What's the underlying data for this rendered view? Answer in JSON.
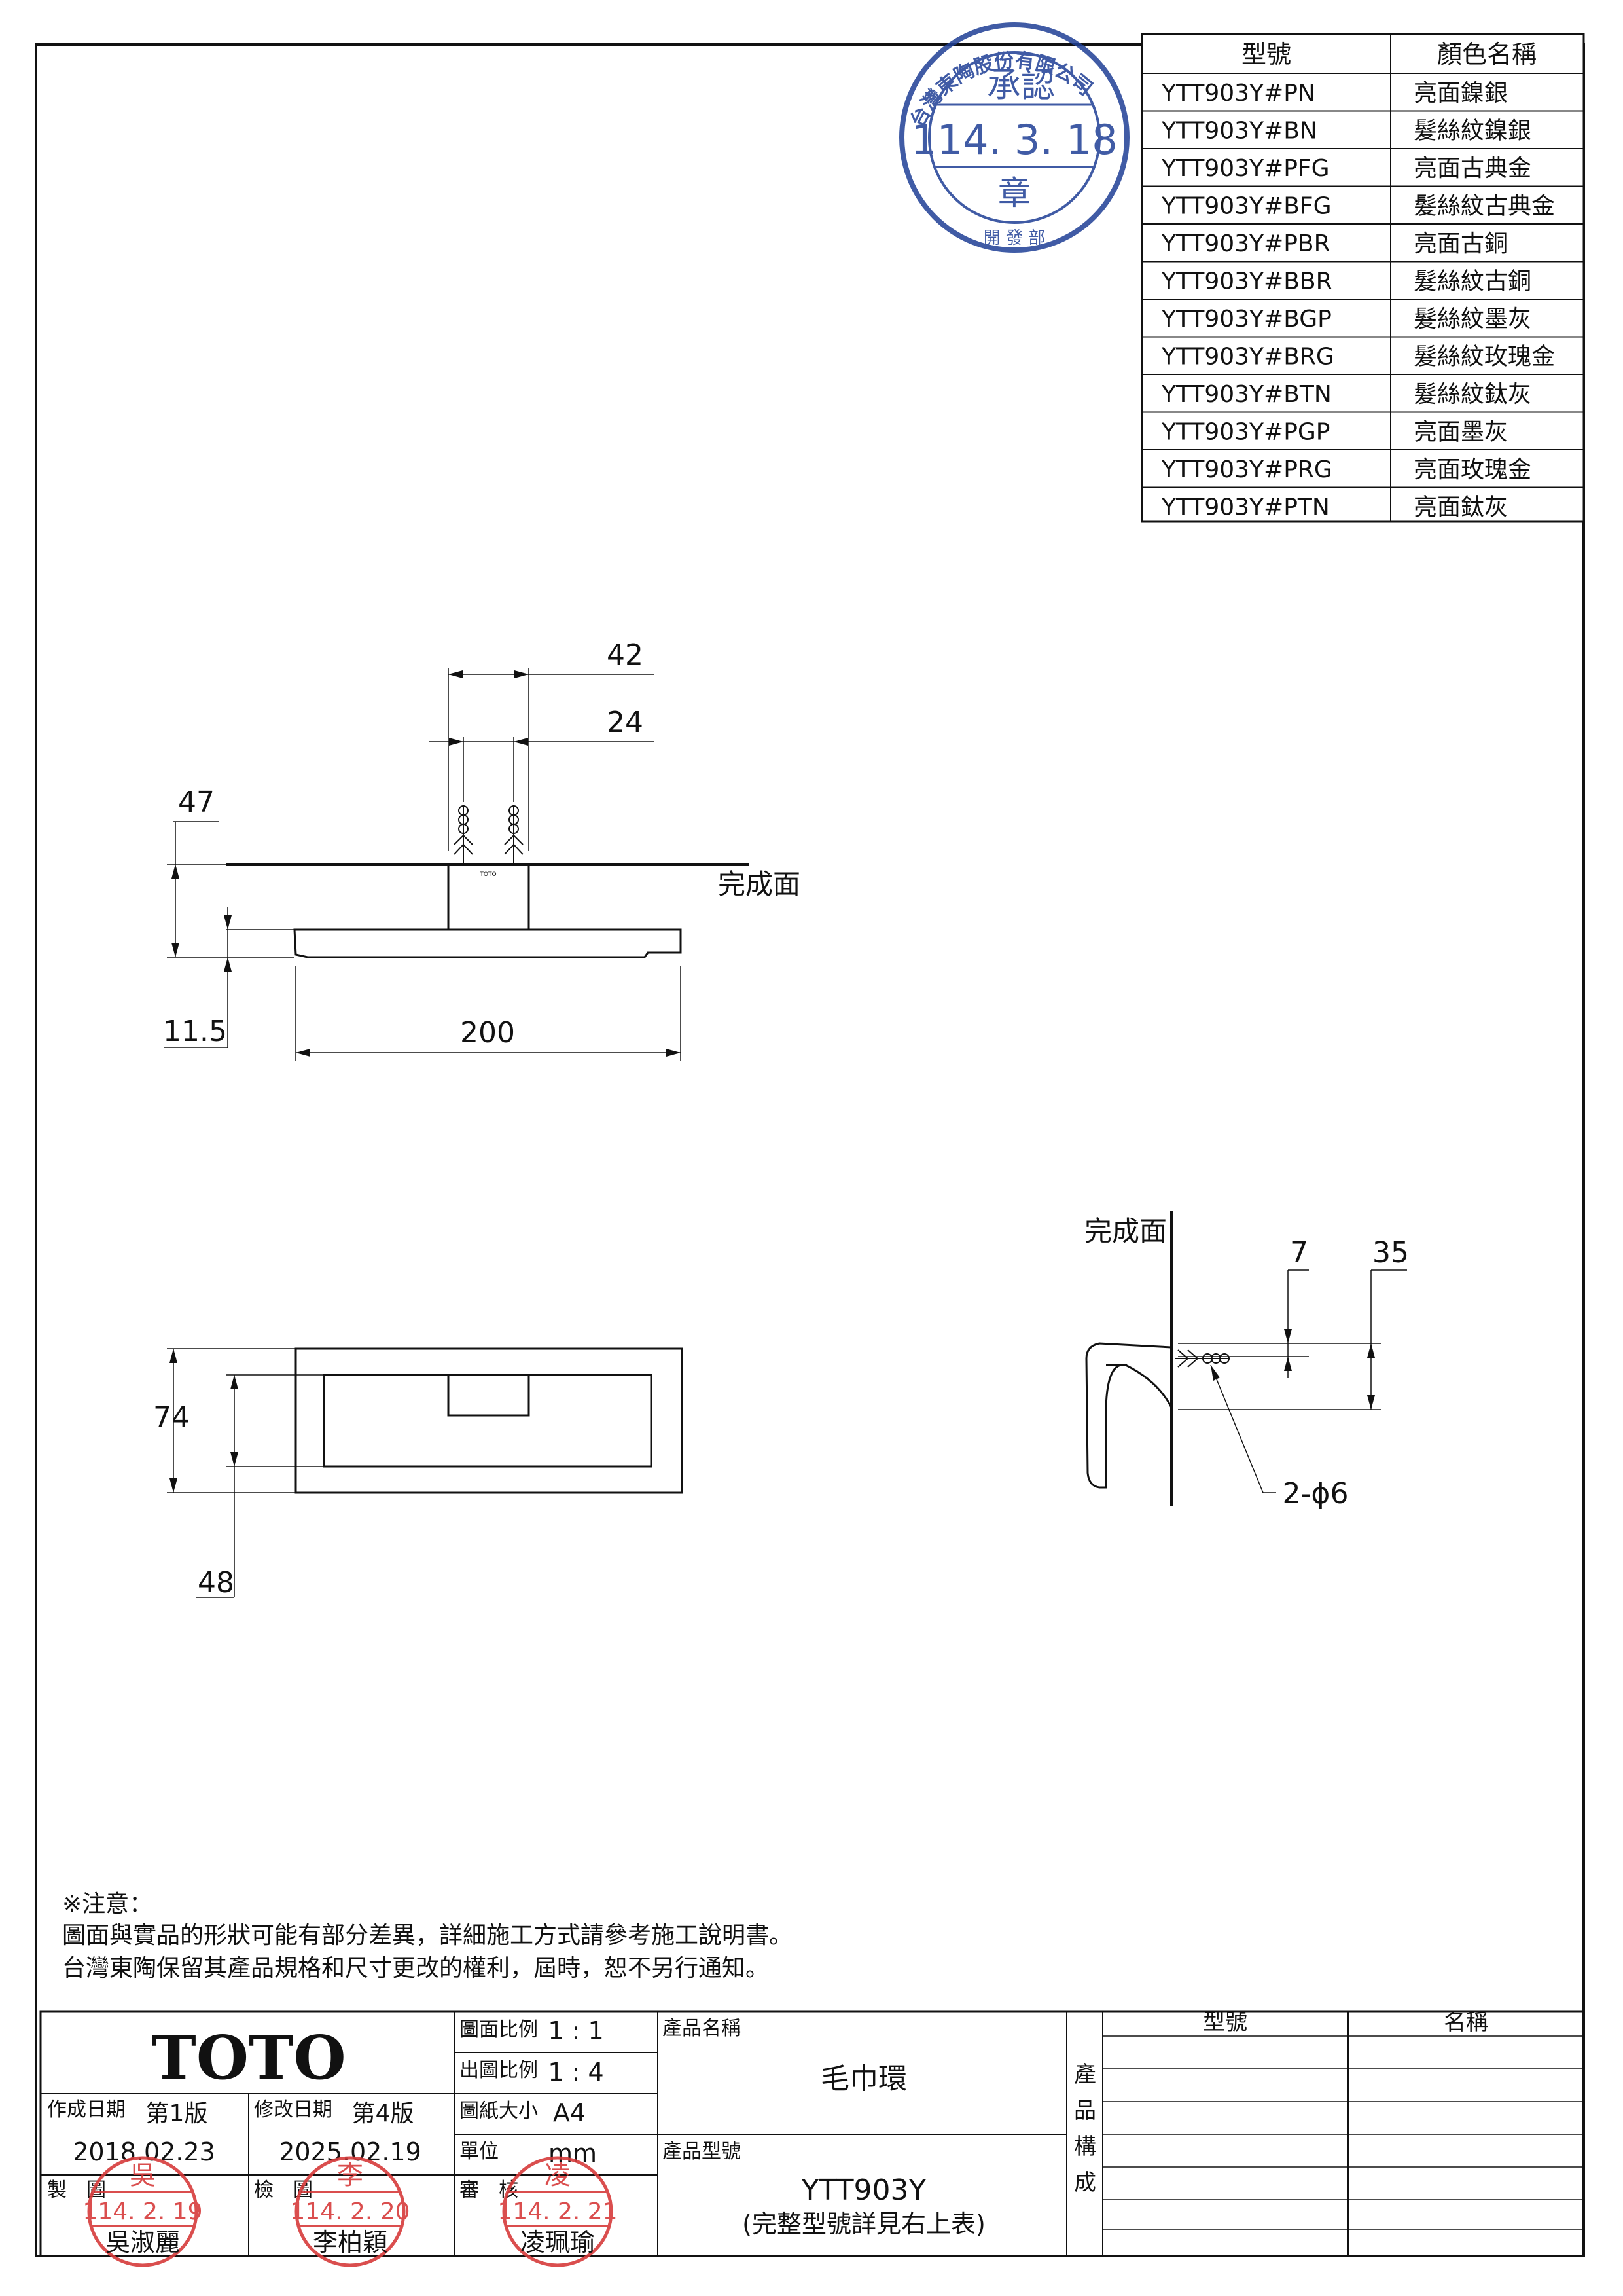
{
  "color_table": {
    "headers": [
      "型號",
      "顏色名稱"
    ],
    "rows": [
      [
        "YTT903Y#PN",
        "亮面鎳銀"
      ],
      [
        "YTT903Y#BN",
        "髮絲紋鎳銀"
      ],
      [
        "YTT903Y#PFG",
        "亮面古典金"
      ],
      [
        "YTT903Y#BFG",
        "髮絲紋古典金"
      ],
      [
        "YTT903Y#PBR",
        "亮面古銅"
      ],
      [
        "YTT903Y#BBR",
        "髮絲紋古銅"
      ],
      [
        "YTT903Y#BGP",
        "髮絲紋墨灰"
      ],
      [
        "YTT903Y#BRG",
        "髮絲紋玫瑰金"
      ],
      [
        "YTT903Y#BTN",
        "髮絲紋鈦灰"
      ],
      [
        "YTT903Y#PGP",
        "亮面墨灰"
      ],
      [
        "YTT903Y#PRG",
        "亮面玫瑰金"
      ],
      [
        "YTT903Y#PTN",
        "亮面鈦灰"
      ]
    ]
  },
  "approval_stamp": {
    "arc_text": "台灣東陶股份有限公司",
    "title": "承認",
    "date": "114. 3. 18",
    "seal": "章",
    "bottom": "開  發  部",
    "color": "#1f3f96"
  },
  "front_view": {
    "dim_outer": "42",
    "dim_inner": "24",
    "dim_depth": "47",
    "dim_thickness": "11.5",
    "dim_width": "200",
    "finish_label": "完成面",
    "brand_mark": "TOTO"
  },
  "top_view": {
    "dim_height": "74",
    "dim_offset": "48"
  },
  "side_view": {
    "finish_label": "完成面",
    "dim_7": "7",
    "dim_35": "35",
    "hole_label": "2-ϕ6"
  },
  "notes": {
    "title": "※注意：",
    "line1": "圖面與實品的形狀可能有部分差異，詳細施工方式請參考施工說明書。",
    "line2": "台灣東陶保留其產品規格和尺寸更改的權利，屆時，恕不另行通知。"
  },
  "title_block": {
    "logo": "TOTO",
    "created_label": "作成日期",
    "created_version": "第1版",
    "created_date": "2018.02.23",
    "modified_label": "修改日期",
    "modified_version": "第4版",
    "modified_date": "2025.02.19",
    "scale_label": "圖面比例",
    "scale_value": "1 : 1",
    "print_scale_label": "出圖比例",
    "print_scale_value": "1 : 4",
    "paper_label": "圖紙大小",
    "paper_value": "A4",
    "unit_label": "單位",
    "unit_value": "mm",
    "product_name_label": "產品名稱",
    "product_name": "毛巾環",
    "product_code_label": "產品型號",
    "product_code": "YTT903Y",
    "product_code_note": "(完整型號詳見右上表)",
    "drawn_label": "製　圖",
    "drawn_date": "114. 2. 19",
    "drawn_by": "吳淑麗",
    "drawn_seal": "吳",
    "checked_label": "檢　圖",
    "checked_date": "114. 2. 20",
    "checked_by": "李柏穎",
    "checked_seal": "李",
    "reviewed_label": "審　核",
    "reviewed_date": "114. 2. 21",
    "reviewed_by": "凌珮瑜",
    "reviewed_seal": "凌",
    "stamp_color": "#d63b3b",
    "composition_label": [
      "產",
      "品",
      "構",
      "成"
    ],
    "composition_headers": [
      "型號",
      "名稱"
    ]
  }
}
